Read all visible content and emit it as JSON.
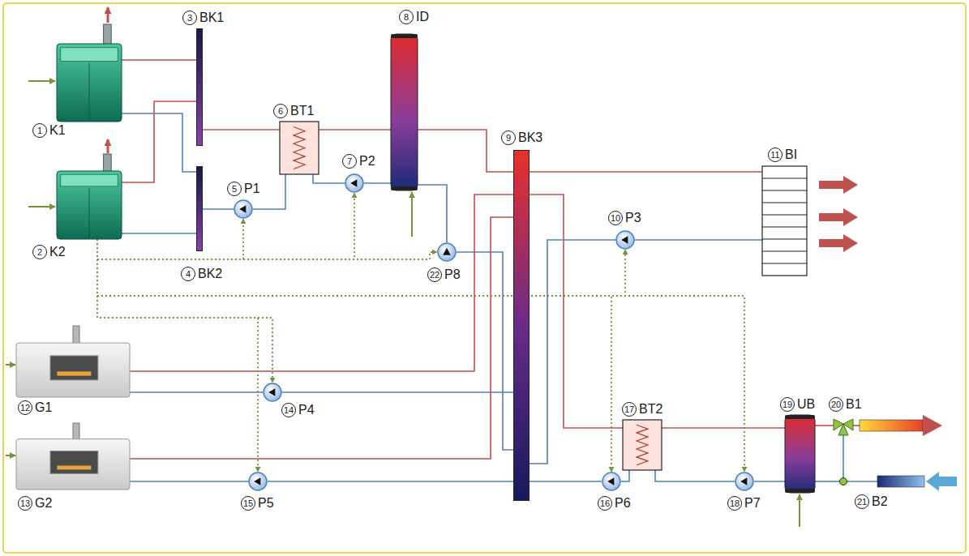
{
  "diagram": {
    "nodes": [
      {
        "text": [
          "1",
          "K1"
        ]
      },
      {
        "text": [
          "2",
          "K2"
        ]
      },
      {
        "text": [
          "3",
          "BK1"
        ]
      },
      {
        "text": [
          "4",
          "BK2"
        ]
      },
      {
        "text": [
          "5",
          "P1"
        ]
      },
      {
        "text": [
          "6",
          "BT1"
        ]
      },
      {
        "text": [
          "7",
          "P2"
        ]
      },
      {
        "text": [
          "8",
          "ID"
        ]
      },
      {
        "text": [
          "9",
          "BK3"
        ]
      },
      {
        "text": [
          "10",
          "P3"
        ]
      },
      {
        "text": [
          "11",
          "BI"
        ]
      },
      {
        "text": [
          "12",
          "G1"
        ]
      },
      {
        "text": [
          "13",
          "G2"
        ]
      },
      {
        "text": [
          "14",
          "P4"
        ]
      },
      {
        "text": [
          "15",
          "P5"
        ]
      },
      {
        "text": [
          "16",
          "P6"
        ]
      },
      {
        "text": [
          "17",
          "BT2"
        ]
      },
      {
        "text": [
          "18",
          "P7"
        ]
      },
      {
        "text": [
          "19",
          "UB"
        ]
      },
      {
        "text": [
          "20",
          "B1"
        ]
      },
      {
        "text": [
          "21",
          "B2"
        ]
      },
      {
        "text": [
          "22",
          "P8"
        ]
      }
    ],
    "edges": [
      {
        "from": 0,
        "to": 2,
        "arrow": "none"
      },
      {
        "from": 1,
        "to": 2,
        "arrow": "none"
      },
      {
        "from": 3,
        "to": 0,
        "arrow": "none"
      },
      {
        "from": 3,
        "to": 1,
        "arrow": "none"
      },
      {
        "from": 2,
        "to": 5,
        "arrow": "none"
      },
      {
        "from": 5,
        "to": 7,
        "arrow": "none"
      },
      {
        "from": 7,
        "to": 8,
        "arrow": "none"
      },
      {
        "from": 7,
        "to": 6,
        "arrow": "none"
      },
      {
        "from": 6,
        "to": 5,
        "arrow": "none"
      },
      {
        "from": 5,
        "to": 4,
        "arrow": "none"
      },
      {
        "from": 4,
        "to": 3,
        "arrow": "none"
      },
      {
        "from": 7,
        "to": 21,
        "arrow": "none"
      },
      {
        "from": 21,
        "to": 8,
        "arrow": "none"
      },
      {
        "from": 8,
        "to": 10,
        "arrow": "none"
      },
      {
        "from": 10,
        "to": 9,
        "arrow": "none"
      },
      {
        "from": 9,
        "to": 8,
        "arrow": "none"
      },
      {
        "from": 11,
        "to": 8,
        "arrow": "none"
      },
      {
        "from": 12,
        "to": 8,
        "arrow": "none"
      },
      {
        "from": 8,
        "to": 13,
        "arrow": "none"
      },
      {
        "from": 13,
        "to": 11,
        "arrow": "none"
      },
      {
        "from": 8,
        "to": 14,
        "arrow": "none"
      },
      {
        "from": 14,
        "to": 12,
        "arrow": "none"
      },
      {
        "from": 8,
        "to": 16,
        "arrow": "none"
      },
      {
        "from": 16,
        "to": 18,
        "arrow": "none"
      },
      {
        "from": 18,
        "to": 17,
        "arrow": "none"
      },
      {
        "from": 17,
        "to": 16,
        "arrow": "none"
      },
      {
        "from": 16,
        "to": 15,
        "arrow": "none"
      },
      {
        "from": 15,
        "to": 8,
        "arrow": "none"
      },
      {
        "from": 18,
        "to": 19,
        "arrow": "none"
      },
      {
        "from": 20,
        "to": 18,
        "arrow": "none"
      },
      {
        "from": 20,
        "to": 19,
        "arrow": "none"
      },
      {
        "from": 1,
        "to": 4,
        "arrow": "to"
      },
      {
        "from": 1,
        "to": 6,
        "arrow": "to"
      },
      {
        "from": 1,
        "to": 21,
        "arrow": "to"
      },
      {
        "from": 1,
        "to": 9,
        "arrow": "to"
      },
      {
        "from": 1,
        "to": 15,
        "arrow": "to"
      },
      {
        "from": 1,
        "to": 17,
        "arrow": "to"
      },
      {
        "from": 1,
        "to": 13,
        "arrow": "to"
      },
      {
        "from": 1,
        "to": 14,
        "arrow": "to"
      }
    ]
  }
}
